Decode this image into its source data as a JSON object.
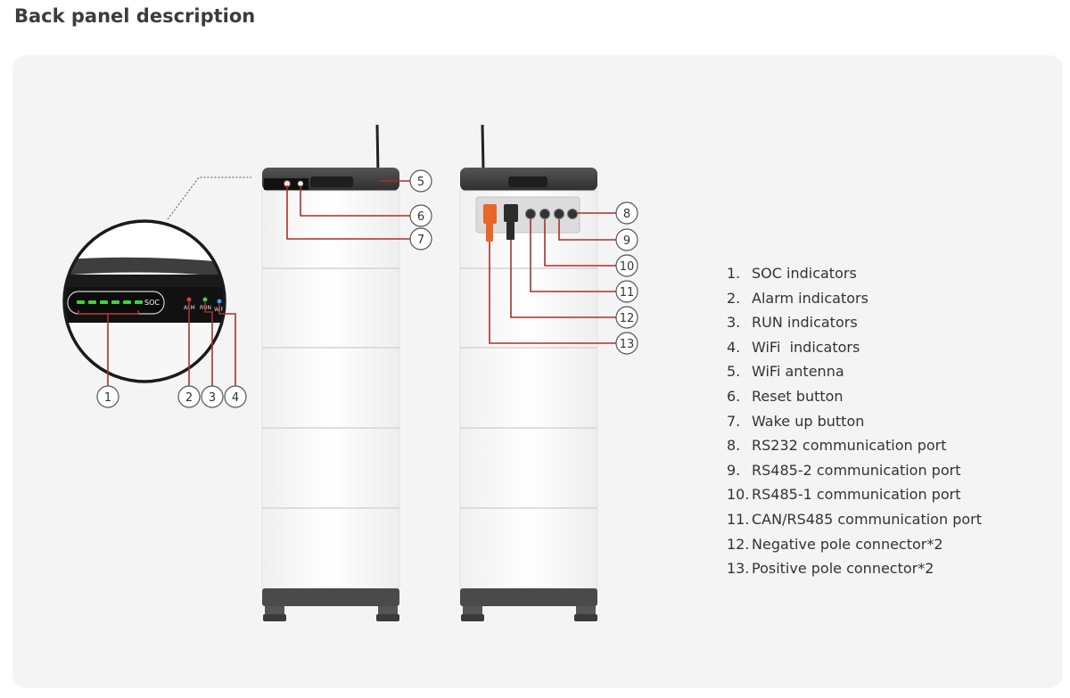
{
  "title": "Back panel description",
  "indicator_labels": {
    "soc": "SOC",
    "alm": "ALM",
    "run": "RUN",
    "wifi": "WiFi"
  },
  "callouts": [
    "1",
    "2",
    "3",
    "4",
    "5",
    "6",
    "7",
    "8",
    "9",
    "10",
    "11",
    "12",
    "13"
  ],
  "legend": [
    {
      "num": "1.",
      "text": "SOC indicators"
    },
    {
      "num": "2.",
      "text": "Alarm indicators"
    },
    {
      "num": "3.",
      "text": "RUN indicators"
    },
    {
      "num": "4.",
      "text": "WiFi  indicators"
    },
    {
      "num": "5.",
      "text": "WiFi antenna"
    },
    {
      "num": "6.",
      "text": "Reset button"
    },
    {
      "num": "7.",
      "text": "Wake up button"
    },
    {
      "num": "8.",
      "text": "RS232 communication port"
    },
    {
      "num": "9.",
      "text": "RS485-2 communication port"
    },
    {
      "num": "10.",
      "text": "RS485-1 communication port"
    },
    {
      "num": "11.",
      "text": "CAN/RS485 communication port"
    },
    {
      "num": "12.",
      "text": "Negative pole connector*2"
    },
    {
      "num": "13.",
      "text": "Positive pole connector*2"
    }
  ],
  "colors": {
    "leader": "#a8302a",
    "led_green": "#43d13c",
    "led_red": "#e23a32",
    "led_blue": "#2fa6f0",
    "positive_connector": "#e8662a",
    "housing_dark": "#3e3e3e",
    "module_white": "#ffffff"
  }
}
